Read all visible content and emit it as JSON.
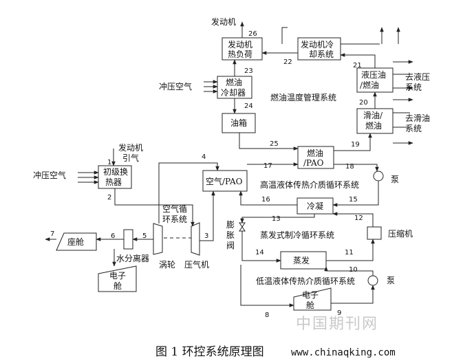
{
  "labels": {
    "engine_top": "发动机",
    "engine_heat_load": [
      "发动机",
      "热负荷"
    ],
    "engine_cooling": [
      "发动机冷",
      "却系统"
    ],
    "ram_air_1": "冲压空气",
    "fuel_cooler": [
      "燃油",
      "冷却器"
    ],
    "fuel_thermal_system": "燃油温度管理系统",
    "hydraulic_fuel": [
      "液压油",
      "/燃油"
    ],
    "to_hydraulic": [
      "去液压",
      "系统"
    ],
    "lube_fuel": [
      "滑油/",
      "燃油"
    ],
    "to_lube": [
      "去滑油",
      "系统"
    ],
    "fuel_tank": "油箱",
    "fuel_pao": [
      "燃油",
      "/PAO"
    ],
    "engine_bleed": [
      "发动机",
      "引气"
    ],
    "ram_air_2": "冲压空气",
    "primary_hx": [
      "初级换",
      "热器"
    ],
    "air_pao": "空气/PAO",
    "pump_1": "泵",
    "high_temp_loop": "高温液体传热介质循环系统",
    "condenser": "冷凝",
    "air_cycle": [
      "空气循",
      "环系统"
    ],
    "expansion_valve": [
      "膨",
      "胀",
      "阀"
    ],
    "vapor_cycle": "蒸发式制冷循环系统",
    "compressor_right": "压缩机",
    "cabin": "座舱",
    "water_separator": "水分离器",
    "turbine": "涡轮",
    "air_compressor": "压气机",
    "evaporator": "蒸发",
    "pump_2": "泵",
    "electronics_bay_left": [
      "电子",
      "舱"
    ],
    "low_temp_loop": "低温液体传热介质循环系统",
    "electronics_bay_bottom": [
      "电子",
      "舱"
    ]
  },
  "numbers": [
    "1",
    "2",
    "3",
    "4",
    "5",
    "6",
    "7",
    "8",
    "9",
    "10",
    "11",
    "12",
    "13",
    "14",
    "15",
    "16",
    "17",
    "18",
    "19",
    "20",
    "21",
    "22",
    "23",
    "24",
    "25",
    "26"
  ],
  "caption": "图 1 环控系统原理图",
  "url": "www.chinaqking.com",
  "watermark": "中国期刊网"
}
